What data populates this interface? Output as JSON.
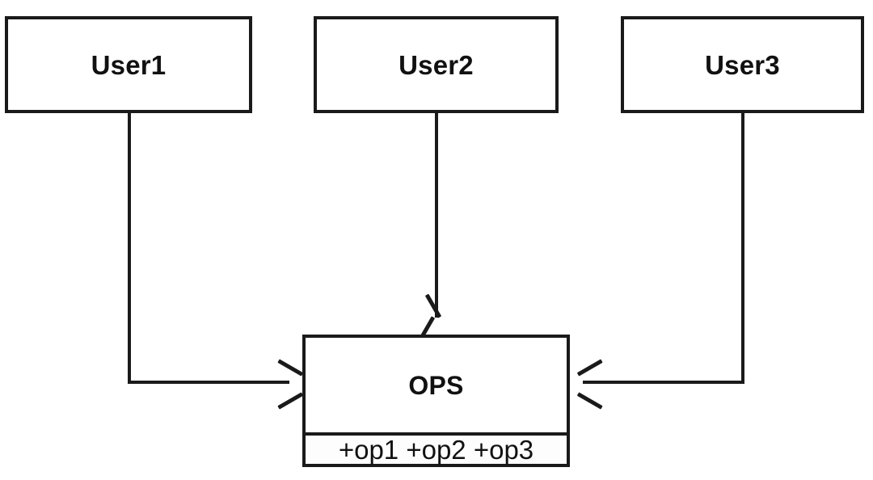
{
  "diagram": {
    "type": "uml-class-diagram",
    "background_color": "#ffffff",
    "line_color": "#1a1a1a",
    "nodes": [
      {
        "id": "user1",
        "label": "User1",
        "shape": "rectangle"
      },
      {
        "id": "user2",
        "label": "User2",
        "shape": "rectangle"
      },
      {
        "id": "user3",
        "label": "User3",
        "shape": "rectangle"
      },
      {
        "id": "ops",
        "label": "OPS",
        "shape": "class-rectangle",
        "compartments": {
          "name": "OPS",
          "operations_text": "+op1 +op2 +op3",
          "operations": [
            "+op1",
            "+op2",
            "+op3"
          ]
        }
      }
    ],
    "edges": [
      {
        "id": "e1",
        "from": "user1",
        "to": "ops",
        "arrowhead": "open",
        "direction": "right",
        "routing": "down-then-right"
      },
      {
        "id": "e2",
        "from": "user2",
        "to": "ops",
        "arrowhead": "open",
        "direction": "down",
        "routing": "straight-down"
      },
      {
        "id": "e3",
        "from": "user3",
        "to": "ops",
        "arrowhead": "open",
        "direction": "left",
        "routing": "down-then-left"
      }
    ]
  }
}
